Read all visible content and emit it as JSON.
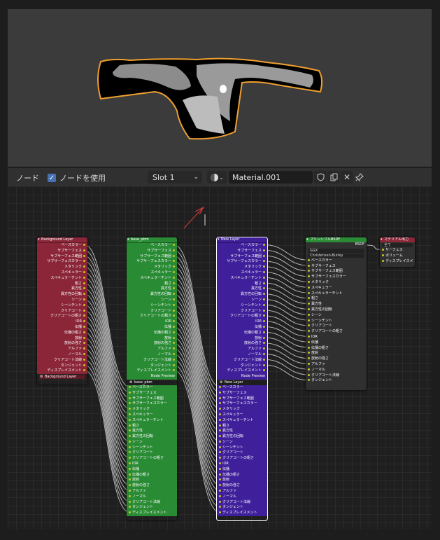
{
  "header": {
    "node_label": "ノード",
    "use_nodes_label": "ノードを使用",
    "slot_label": "Slot 1",
    "material_name": "Material.001"
  },
  "nodes": {
    "bg_layer": {
      "title": "Background Layer",
      "footer": "Background Layer",
      "sockets": [
        "ベースカラー",
        "サブサーフェス",
        "サブサーフェス範囲",
        "サブサーフェスカラー",
        "メタリック",
        "スペキュラー",
        "スペキュラーチント",
        "粗さ",
        "異方性",
        "異方性の回転",
        "シーン",
        "シーンチント",
        "クリアコート",
        "クリアコートの粗さ",
        "IOR",
        "伝播",
        "伝播の粗さ",
        "放射",
        "放射の強さ",
        "アルファ",
        "ノーマル",
        "クリアコート法線",
        "タンジェント",
        "ディスプレイスメント"
      ]
    },
    "base_pbr": {
      "title": "base_pbm",
      "preview": "Node Preview",
      "group_name": "base_pbm",
      "sockets": [
        "ベースカラー",
        "サブサーフェス",
        "サブサーフェス範囲",
        "サブサーフェスカラー",
        "メタリック",
        "スペキュラー",
        "スペキュラーチント",
        "粗さ",
        "異方性",
        "異方性の回転",
        "シーン",
        "シーンチント",
        "クリアコート",
        "クリアコートの粗さ",
        "IOR",
        "伝播",
        "伝播の粗さ",
        "放射",
        "放射の強さ",
        "アルファ",
        "ノーマル",
        "クリアコート法線",
        "タンジェント",
        "ディスプレイスメント"
      ]
    },
    "new_layer": {
      "title": "New Layer",
      "preview": "Node Preview",
      "group_name": "New Layer",
      "sockets": [
        "ベースカラー",
        "サブサーフェス",
        "サブサーフェス範囲",
        "サブサーフェスカラー",
        "メタリック",
        "スペキュラー",
        "スペキュラーチント",
        "粗さ",
        "異方性",
        "異方性の回転",
        "シーン",
        "シーンチント",
        "クリアコート",
        "クリアコートの粗さ",
        "IOR",
        "伝播",
        "伝播の粗さ",
        "放射",
        "放射の強さ",
        "アルファ",
        "ノーマル",
        "クリアコート法線",
        "タンジェント",
        "ディスプレイスメント"
      ]
    },
    "bsdf": {
      "title": "プリンシプルBSDF",
      "output": "BSDF",
      "distribution": "GGX",
      "subsurface_method": "Christensen-Burley",
      "sockets": [
        "ベースカラー",
        "サブサーフェス",
        "サブサーフェス範囲",
        "サブサーフェスカラー",
        "メタリック",
        "スペキュラー",
        "スペキュラーチント",
        "粗さ",
        "異方性",
        "異方性の回転",
        "シーン",
        "シーンチント",
        "クリアコート",
        "クリアコートの粗さ",
        "IOR",
        "伝播",
        "伝播の粗さ",
        "放射",
        "放射の強さ",
        "アルファ",
        "ノーマル",
        "クリアコート法線",
        "タンジェント"
      ]
    },
    "output": {
      "title": "マテリアル出力",
      "target": "全て",
      "sockets": [
        "サーフェス",
        "ボリューム",
        "ディスプレイスメ"
      ]
    }
  },
  "colors": {
    "bg_layer": "#8a2638",
    "base_pbr": "#2a8b35",
    "new_layer": "#3f1f9a",
    "bsdf": "#303030",
    "output": "#303030",
    "bsdf_header": "#2a8b35",
    "output_header": "#8a2638",
    "selection": "#f0a030"
  }
}
